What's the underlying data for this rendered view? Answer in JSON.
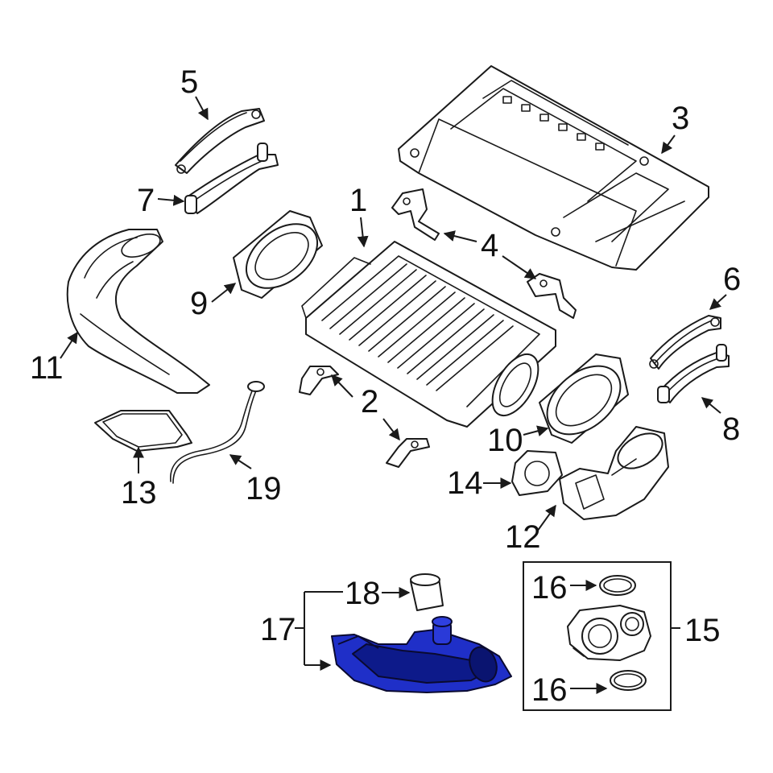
{
  "colors": {
    "line": "#1a1a1a",
    "highlight": "#1f2fc8",
    "highlight_dark": "#0d1a8a",
    "background": "#ffffff"
  },
  "callouts": {
    "c1": "1",
    "c2": "2",
    "c3": "3",
    "c4": "4",
    "c5": "5",
    "c6": "6",
    "c7": "7",
    "c8": "8",
    "c9": "9",
    "c10": "10",
    "c11": "11",
    "c12": "12",
    "c13": "13",
    "c14": "14",
    "c15": "15",
    "c16a": "16",
    "c16b": "16",
    "c17": "17",
    "c18": "18",
    "c19": "19"
  }
}
